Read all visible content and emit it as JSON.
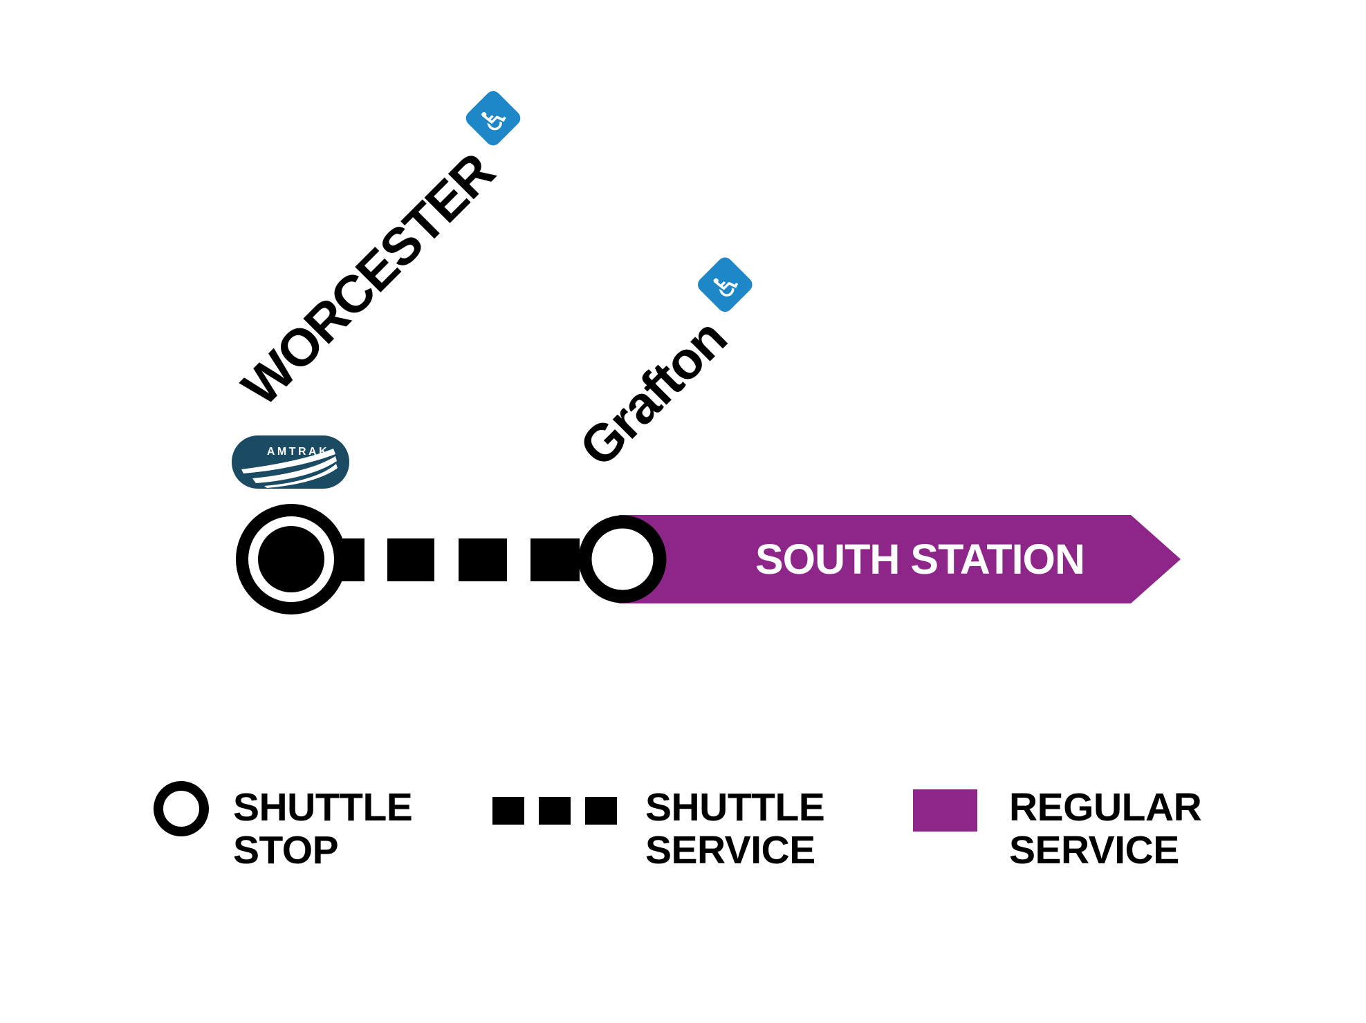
{
  "colors": {
    "line_black": "#000000",
    "regular_service_purple": "#8E2588",
    "accessible_blue": "#1E87C8",
    "amtrak_navy": "#1B4A63",
    "background": "#FFFFFF"
  },
  "icons": {
    "wheelchair": "♿"
  },
  "map": {
    "stations": [
      {
        "name": "WORCESTER",
        "stop_type": "shuttle-stop",
        "wheelchair_accessible": true,
        "amtrak_connection": true
      },
      {
        "name": "Grafton",
        "stop_type": "shuttle-stop",
        "wheelchair_accessible": true
      }
    ],
    "destination": {
      "name": "SOUTH STATION"
    },
    "amtrak": {
      "label": "AMTRAK"
    },
    "segments": [
      {
        "from": "WORCESTER",
        "to": "Grafton",
        "service": "SHUTTLE SERVICE"
      },
      {
        "from": "Grafton",
        "to": "SOUTH STATION",
        "service": "REGULAR SERVICE"
      }
    ]
  },
  "legend": {
    "items": [
      {
        "id": "shuttle-stop",
        "line1": "SHUTTLE",
        "line2": "STOP"
      },
      {
        "id": "shuttle-service",
        "line1": "SHUTTLE",
        "line2": "SERVICE"
      },
      {
        "id": "regular-service",
        "line1": "REGULAR",
        "line2": "SERVICE"
      }
    ]
  }
}
